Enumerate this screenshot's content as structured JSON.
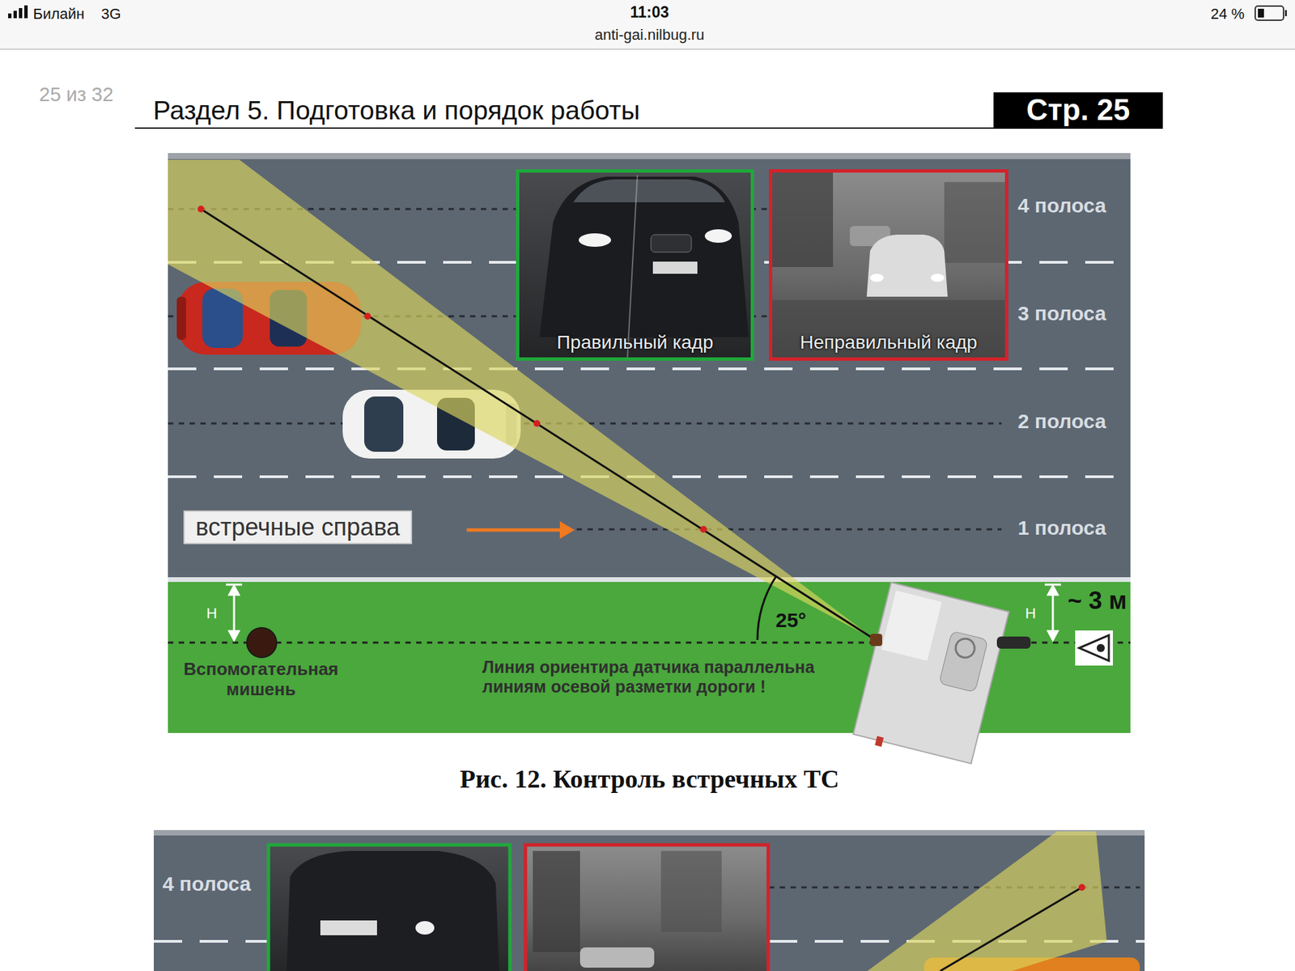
{
  "diagram": {
    "title": "Раздел 5. Подготовка и порядок работы",
    "caption": "Рис. 12. Контроль встречных ТС",
    "nodes": [
      {
        "text": [
          "Стр. 25"
        ]
      },
      {
        "text": [
          "Правильный кадр"
        ]
      },
      {
        "text": [
          "Неправильный кадр"
        ]
      },
      {
        "text": [
          "встречные справа"
        ]
      }
    ],
    "labels": [
      "Билайн",
      "3G",
      "11:03",
      "anti-gai.nilbug.ru",
      "24 %",
      "25 из 32",
      "4 полоса",
      "3 полоса",
      "2 полоса",
      "1 полоса",
      "Н",
      "25°",
      "Н",
      "~ 3 м",
      "Вспомогательная мишень",
      "Линия ориентира датчика параллельна линиям осевой разметки дороги !",
      "4 полоса"
    ]
  }
}
